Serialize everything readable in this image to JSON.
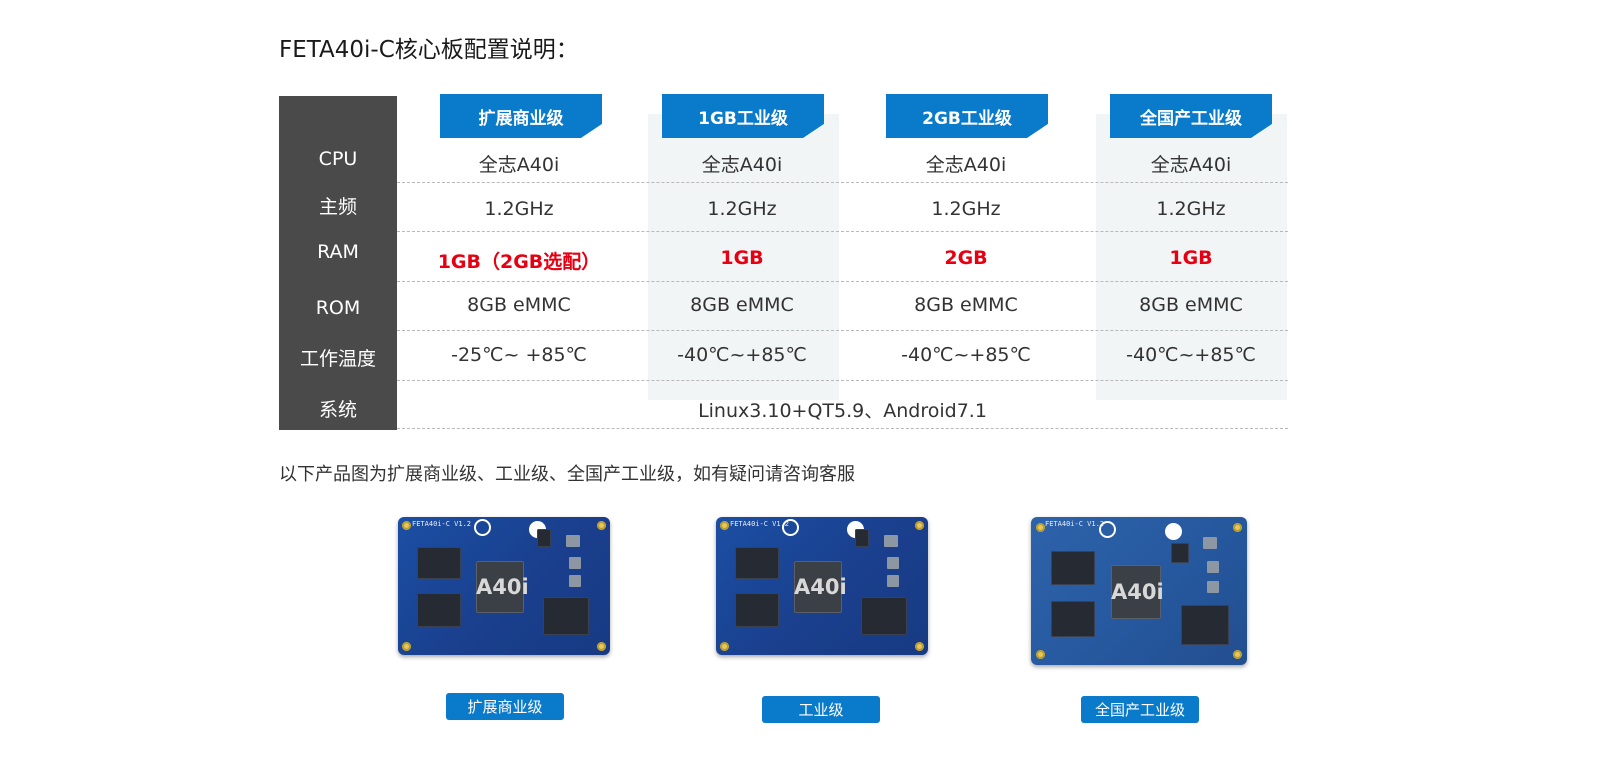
{
  "page_title": "FETA40i-C核心板配置说明：",
  "columns": [
    "扩展商业级",
    "1GB工业级",
    "2GB工业级",
    "全国产工业级"
  ],
  "row_labels": {
    "cpu": "CPU",
    "freq": "主频",
    "ram": "RAM",
    "rom": "ROM",
    "temp": "工作温度",
    "sys": "系统"
  },
  "cells": {
    "cpu": [
      "全志A40i",
      "全志A40i",
      "全志A40i",
      "全志A40i"
    ],
    "freq": [
      "1.2GHz",
      "1.2GHz",
      "1.2GHz",
      "1.2GHz"
    ],
    "ram": [
      "1GB（2GB选配）",
      "1GB",
      "2GB",
      "1GB"
    ],
    "rom": [
      "8GB eMMC",
      "8GB eMMC",
      "8GB eMMC",
      "8GB eMMC"
    ],
    "temp": [
      "-25℃~ +85℃",
      "-40℃~+85℃",
      "-40℃~+85℃",
      "-40℃~+85℃"
    ]
  },
  "system_value": "Linux3.10+QT5.9、Android7.1",
  "note": "以下产品图为扩展商业级、工业级、全国产工业级，如有疑问请咨询客服",
  "products": [
    {
      "caption": "扩展商业级",
      "silkscreen": "FETA40i-C V1.2",
      "soc_text": "A40i"
    },
    {
      "caption": "工业级",
      "silkscreen": "FETA40i-C V1.2",
      "soc_text": "A40i"
    },
    {
      "caption": "全国产工业级",
      "silkscreen": "FETA40i-C V1.2",
      "soc_text": "A40i"
    }
  ],
  "colors": {
    "accent": "#0a7acb",
    "label_bg": "#4a4a4a",
    "highlight_text": "#e60012",
    "column_shade": "#f1f5f6"
  }
}
